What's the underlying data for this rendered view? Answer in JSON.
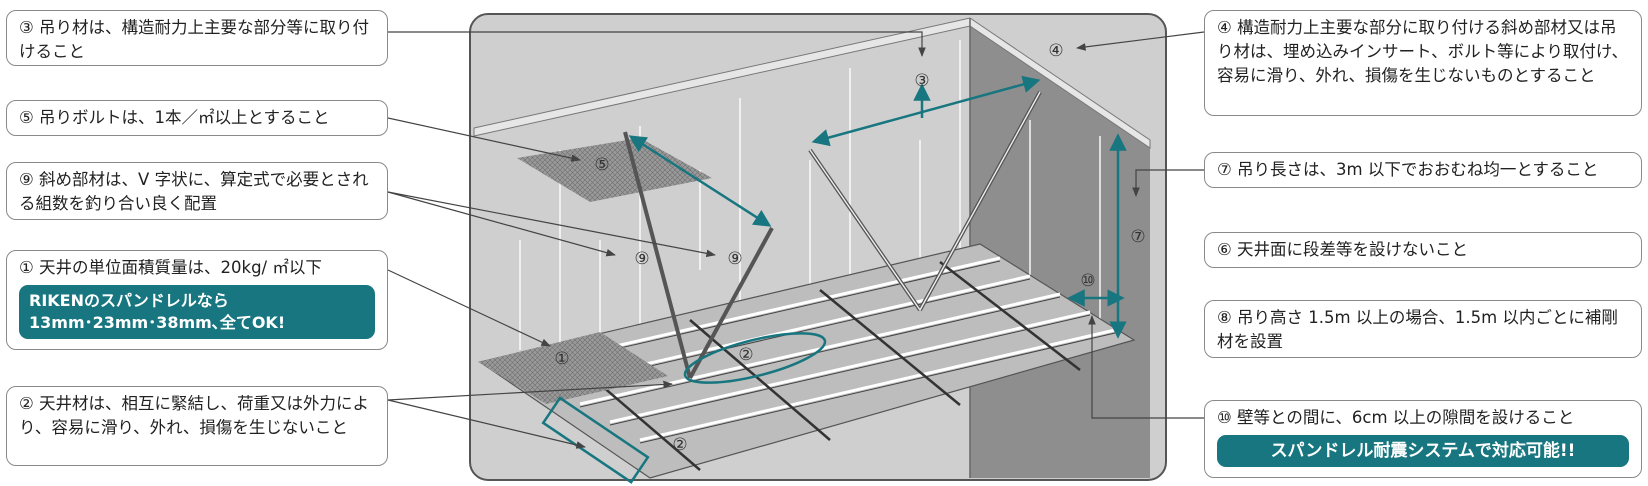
{
  "colors": {
    "accent": "#17767f",
    "back_wall": "#cfcfcf",
    "side_wall": "#8e8e8e",
    "ceiling_board": "#bdbdbd",
    "frame": "#6a6a6a"
  },
  "callouts": {
    "c3": "③ 吊り材は、構造耐力上主要な部分等に取り付けること",
    "c5": "⑤ 吊りボルトは、1本／㎡以上とすること",
    "c9": "⑨ 斜め部材は、V 字状に、算定式で必要とされる組数を釣り合い良く配置",
    "c1": "① 天井の単位面積質量は、20kg/ ㎡以下",
    "c1_banner_line1": "RIKENのスパンドレルなら",
    "c1_banner_line2": "13mm･23mm･38mm､全てOK!",
    "c2": "② 天井材は、相互に緊結し、荷重又は外力により、容易に滑り、外れ、損傷を生じないこと",
    "c4": "④ 構造耐力上主要な部分に取り付ける斜め部材又は吊り材は、埋め込みインサート、ボルト等により取付け、容易に滑り、外れ、損傷を生じないものとすること",
    "c7": "⑦ 吊り長さは、3m 以下でおおむね均一とすること",
    "c6": "⑥ 天井面に段差等を設けないこと",
    "c8": "⑧ 吊り高さ 1.5m 以上の場合、1.5m 以内ごとに補剛材を設置",
    "c10": "⑩ 壁等との間に、6cm 以上の隙間を設けること",
    "c10_banner": "スパンドレル耐震システムで対応可能!!"
  },
  "labels": {
    "n1": "①",
    "n2a": "②",
    "n2b": "②",
    "n3": "③",
    "n4": "④",
    "n5": "⑤",
    "n7": "⑦",
    "n9a": "⑨",
    "n9b": "⑨",
    "n10": "⑩"
  }
}
